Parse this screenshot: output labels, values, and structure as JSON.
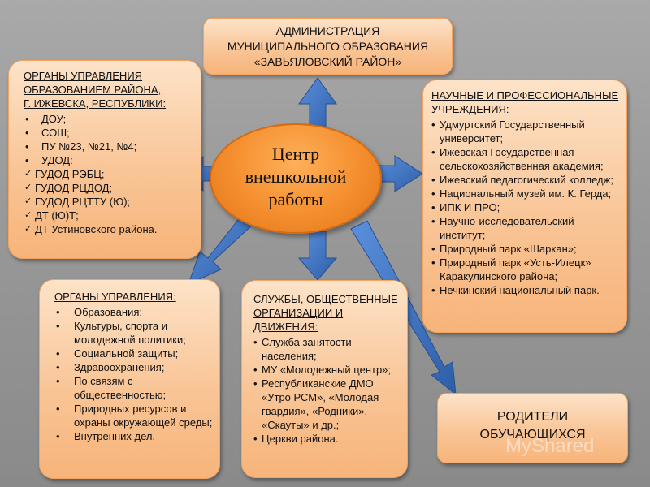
{
  "colors": {
    "box_fill": "#f9c597",
    "center_fill": "#f48e2d",
    "arrow_fill": "#3a6fc1",
    "background": "#9a9a9a"
  },
  "admin": {
    "line1": "АДМИНИСТРАЦИЯ",
    "line2": "МУНИЦИПАЛЬНОГО ОБРАЗОВАНИЯ",
    "line3": "«ЗАВЬЯЛОВСКИЙ РАЙОН»"
  },
  "center": {
    "line1": "Центр",
    "line2": "внешкольной",
    "line3": "работы"
  },
  "edu_left": {
    "title_lines": [
      "ОРГАНЫ УПРАВЛЕНИЯ",
      "ОБРАЗОВАНИЕМ РАЙОНА,",
      "Г. ИЖЕВСКА, РЕСПУБЛИКИ:"
    ],
    "items": [
      "ДОУ;",
      "СОШ;",
      "ПУ №23, №21, №4;",
      "УДОД:"
    ],
    "sub_items": [
      "ГУДОД РЭБЦ;",
      "ГУДОД РЦДОД;",
      "ГУДОД РЦТТУ (Ю);",
      "ДТ (Ю)Т;",
      "ДТ Устиновского района."
    ]
  },
  "science": {
    "title_lines": [
      "НАУЧНЫЕ И ПРОФЕССИОНАЛЬНЫЕ",
      "УЧРЕЖДЕНИЯ:"
    ],
    "items": [
      "Удмуртский Государственный университет;",
      "Ижевская Государственная сельскохозяйственная академия;",
      "Ижевский педагогический колледж;",
      "Национальный музей им. К. Герда;",
      "ИПК И ПРО;",
      "Научно-исследовательский институт;",
      "Природный парк «Шаркан»;",
      "Природный парк «Усть-Илецк» Каракулинского района;",
      "Нечкинский национальный парк."
    ]
  },
  "organs": {
    "title": "ОРГАНЫ УПРАВЛЕНИЯ:",
    "items": [
      "Образования;",
      "Культуры, спорта и молодежной политики;",
      "Социальной защиты;",
      "Здравоохранения;",
      "По связям с общественностью;",
      "Природных ресурсов и охраны окружающей среды;",
      "Внутренних дел."
    ]
  },
  "services": {
    "title_lines": [
      "СЛУЖБЫ, ОБЩЕСТВЕННЫЕ",
      "ОРГАНИЗАЦИИ И",
      "ДВИЖЕНИЯ:"
    ],
    "items": [
      "Служба занятости населения;",
      "МУ «Молодежный центр»;",
      "Республиканские ДМО «Утро РСМ», «Молодая гвардия», «Родники», «Скауты» и др.;",
      "Церкви района."
    ]
  },
  "parents": {
    "line1": "РОДИТЕЛИ",
    "line2": "ОБУЧАЮЩИХСЯ"
  },
  "watermark": "MyShared"
}
